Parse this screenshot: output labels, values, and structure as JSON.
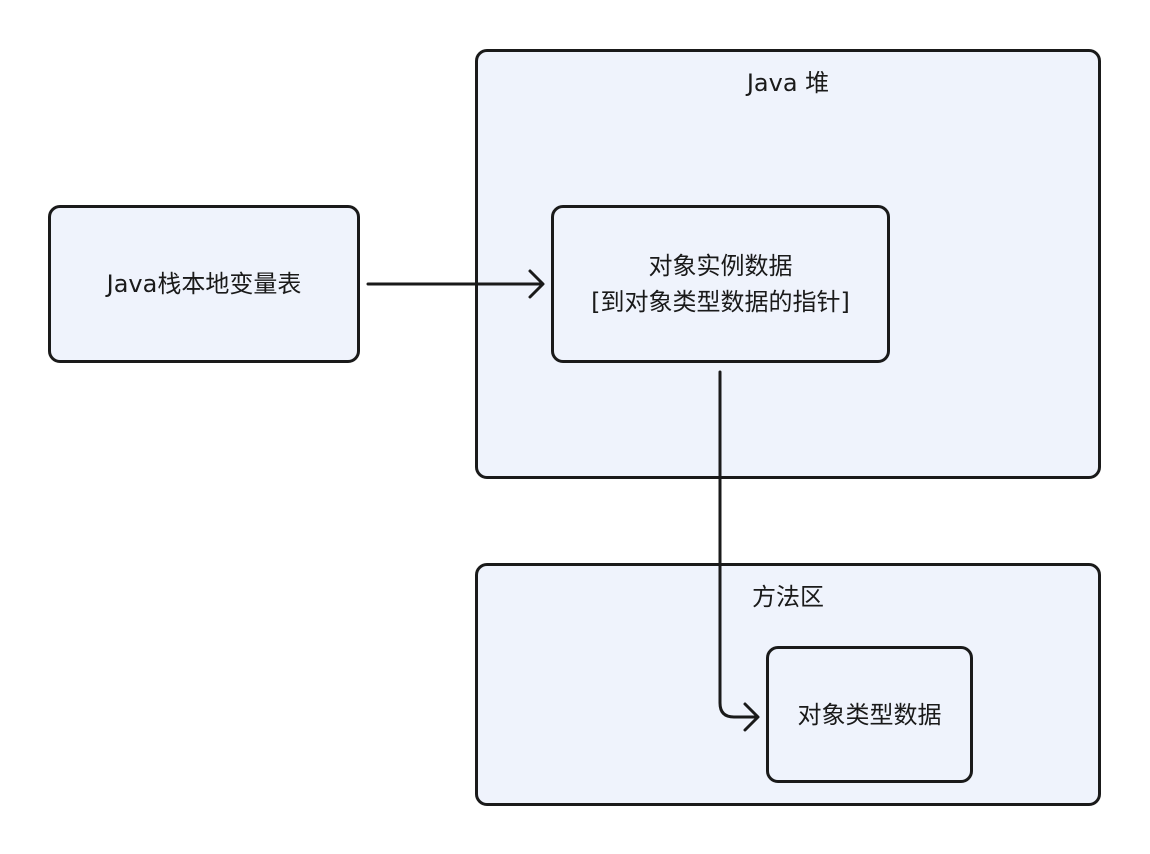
{
  "nodes": {
    "stack_table": {
      "label": "Java栈本地变量表"
    },
    "heap": {
      "label": "Java 堆"
    },
    "instance": {
      "line1": "对象实例数据",
      "line2": "[到对象类型数据的指针]"
    },
    "method_area": {
      "label": "方法区"
    },
    "type_data": {
      "label": "对象类型数据"
    }
  },
  "colors": {
    "box_fill": "#eff3fc",
    "stroke": "#1a1a1a"
  }
}
